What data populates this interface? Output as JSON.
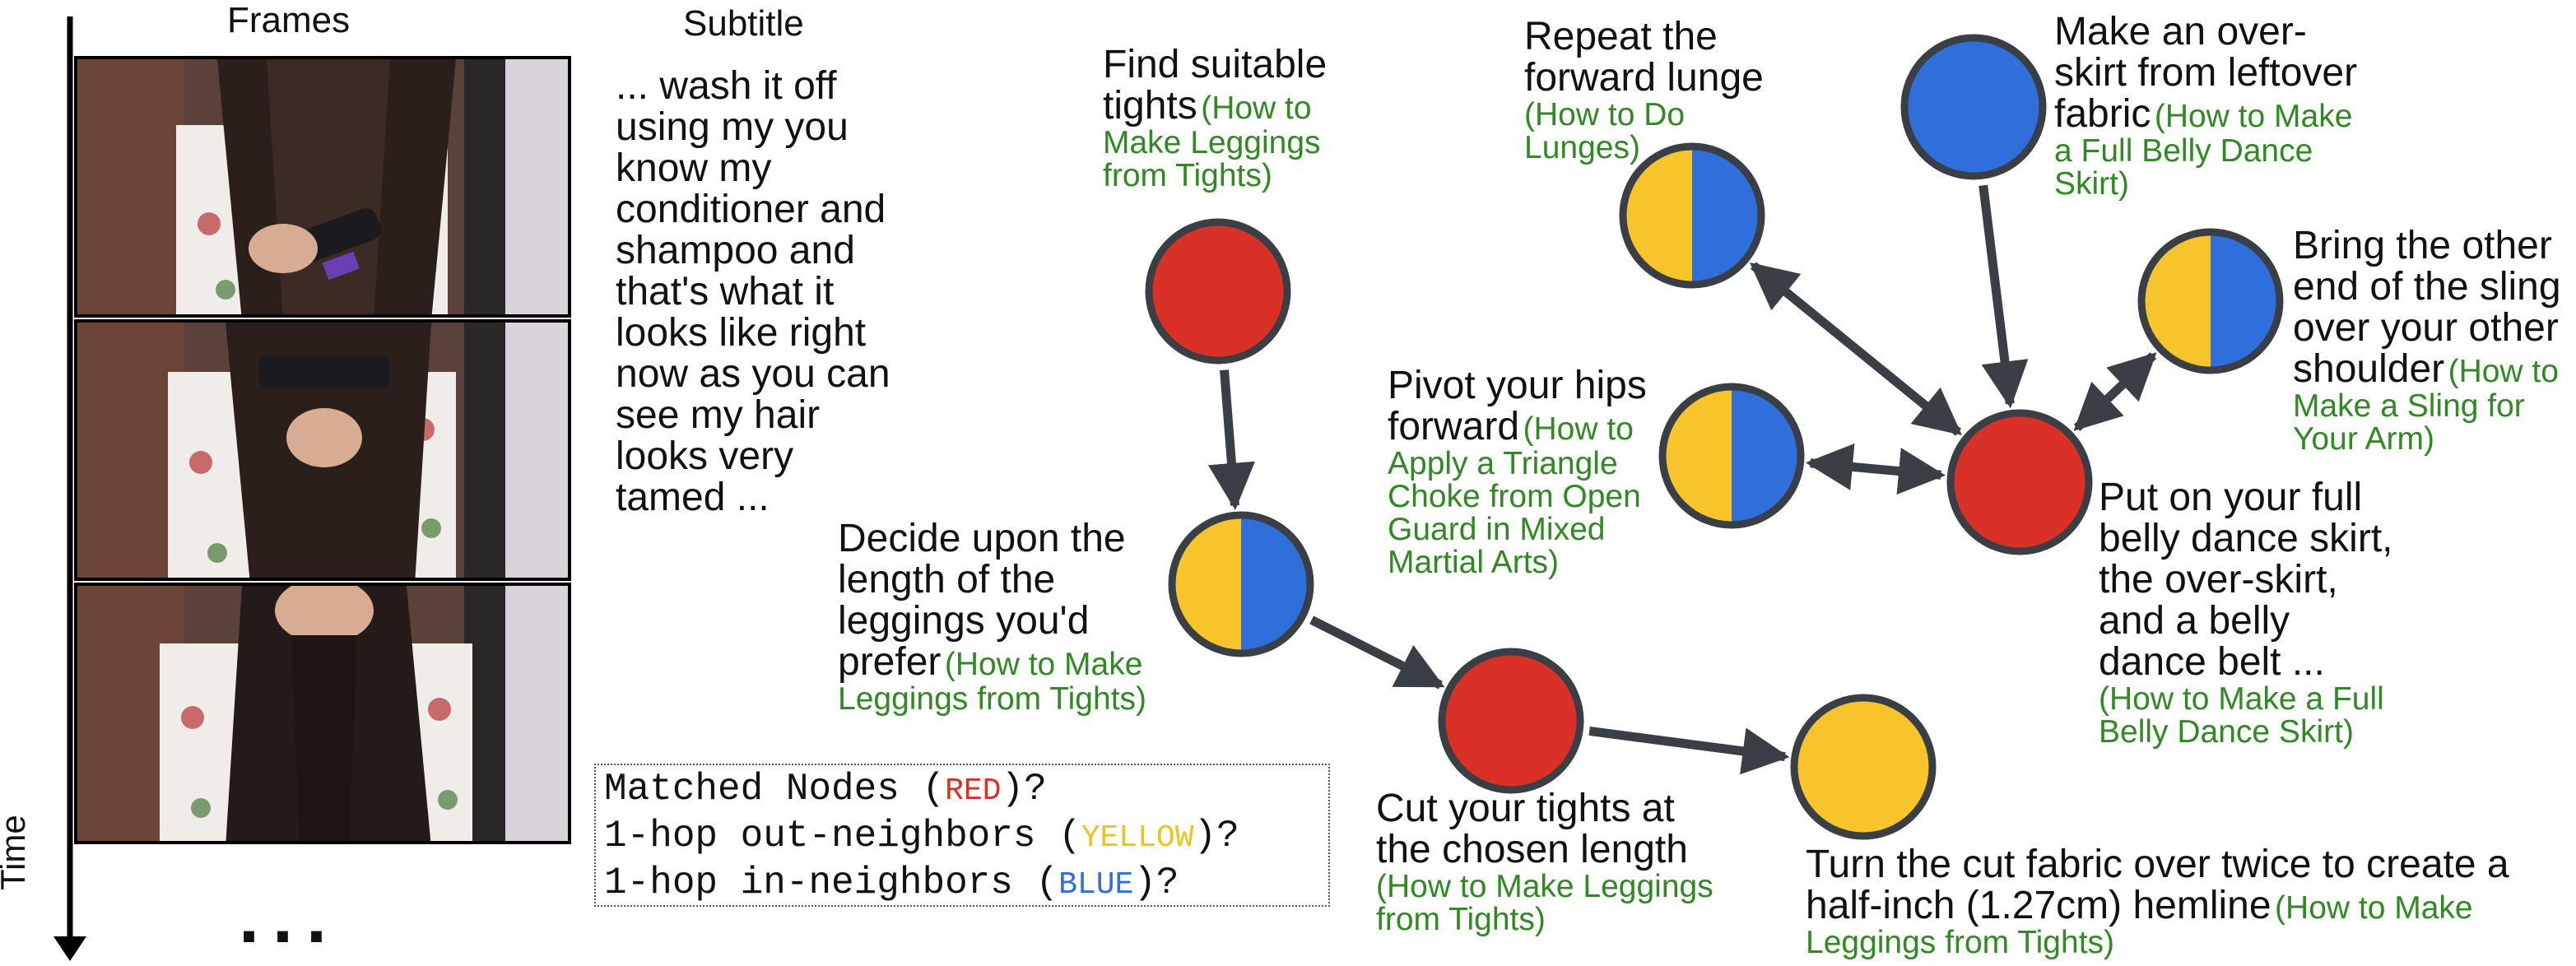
{
  "frames_header": "Frames",
  "subtitle_header": "Subtitle",
  "time_label": "Time",
  "ellipsis": "...",
  "subtitle_text": "... wash it off\nusing my you\nknow my\nconditioner and\nshampoo and\nthat's what it\nlooks like right\nnow as you can\nsee my hair\nlooks very\ntamed ...",
  "legend": {
    "line1": {
      "pre": "Matched Nodes (",
      "word": "RED",
      "post": ")?"
    },
    "line2": {
      "pre": "1-hop out-neighbors (",
      "word": "YELLOW",
      "post": ")?"
    },
    "line3": {
      "pre": "1-hop in-neighbors (",
      "word": "BLUE",
      "post": ")?"
    }
  },
  "colors": {
    "red": "#d93127",
    "yellow": "#f7c42a",
    "blue": "#2e6fdb",
    "outline": "#3a3f45",
    "source_green": "#2f8a22"
  },
  "nodes": {
    "find_tights": {
      "color": "red",
      "label": "Find suitable tights",
      "source": "How to Make Leggings from Tights"
    },
    "decide_length": {
      "color": "yellow-blue",
      "label": "Decide upon the length of the leggings you'd prefer",
      "source": "How to Make Leggings from Tights"
    },
    "cut_tights": {
      "color": "red",
      "label": "Cut your tights at the chosen length",
      "source": "How to Make Leggings from Tights"
    },
    "turn_fabric": {
      "color": "yellow",
      "label": "Turn the cut fabric over twice to create a half-inch (1.27cm) hemline",
      "source": "How to Make Leggings from Tights"
    },
    "repeat_lunge": {
      "color": "yellow-blue",
      "label": "Repeat the forward lunge",
      "source": "How to Do Lunges"
    },
    "make_overskirt": {
      "color": "blue",
      "label": "Make an over-skirt from leftover fabric",
      "source": "How to Make a Full Belly Dance Skirt"
    },
    "bring_sling": {
      "color": "yellow-blue",
      "label": "Bring the other end of the sling over your other shoulder",
      "source": "How to Make a Sling for Your Arm"
    },
    "pivot_hips": {
      "color": "yellow-blue",
      "label": "Pivot your hips forward",
      "source": "How to Apply a Triangle Choke from Open Guard in Mixed Martial Arts"
    },
    "put_on_skirt": {
      "color": "red",
      "label": "Put on your full belly dance skirt, the over-skirt, and a belly dance belt ...",
      "source": "How to Make a Full Belly Dance Skirt"
    }
  },
  "edges": [
    {
      "from": "find_tights",
      "to": "decide_length",
      "direction": "forward"
    },
    {
      "from": "decide_length",
      "to": "cut_tights",
      "direction": "forward"
    },
    {
      "from": "cut_tights",
      "to": "turn_fabric",
      "direction": "forward"
    },
    {
      "from": "make_overskirt",
      "to": "put_on_skirt",
      "direction": "forward"
    },
    {
      "from": "repeat_lunge",
      "to": "put_on_skirt",
      "direction": "both"
    },
    {
      "from": "pivot_hips",
      "to": "put_on_skirt",
      "direction": "both"
    },
    {
      "from": "bring_sling",
      "to": "put_on_skirt",
      "direction": "both"
    }
  ]
}
